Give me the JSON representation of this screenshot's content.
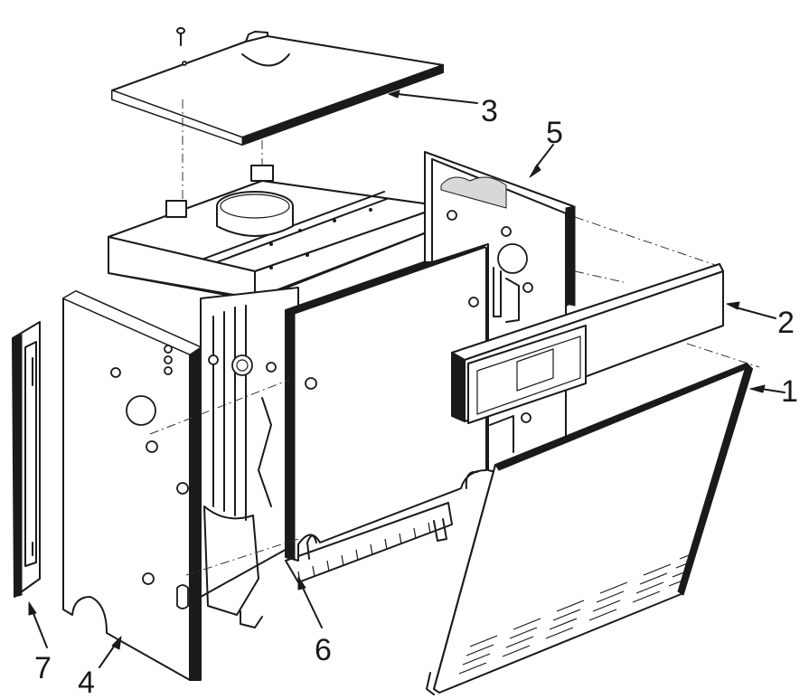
{
  "colors": {
    "ink": "#1a1a1a",
    "background": "#ffffff"
  },
  "callouts": {
    "c1": "1",
    "c2": "2",
    "c3": "3",
    "c4": "4",
    "c5": "5",
    "c6": "6",
    "c7": "7"
  }
}
